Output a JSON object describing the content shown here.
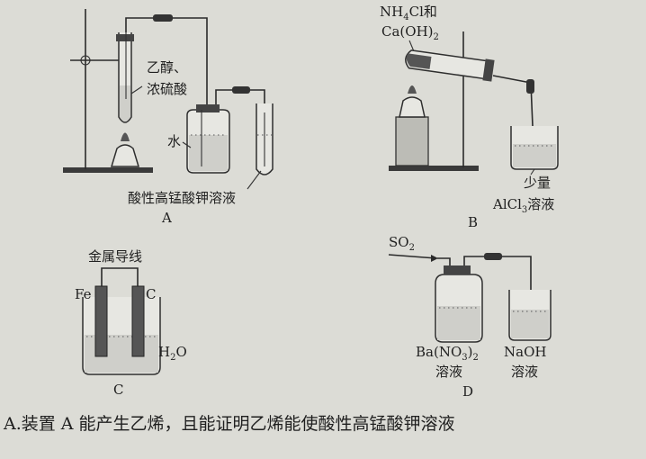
{
  "apparatus_a": {
    "reagent_line1": "乙醇、",
    "reagent_line2": "浓硫酸",
    "water": "水",
    "solution": "酸性高锰酸钾溶液",
    "caption": "A"
  },
  "apparatus_b": {
    "reagent_line1_main": "NH",
    "reagent_line1_sub": "4",
    "reagent_line1_tail": "Cl和",
    "reagent_line2_main": "Ca(OH)",
    "reagent_line2_sub": "2",
    "beaker_line1": "少量",
    "beaker_line2_main": "AlCl",
    "beaker_line2_sub": "3",
    "beaker_line2_tail": "溶液",
    "caption": "B"
  },
  "apparatus_c": {
    "wire": "金属导线",
    "left_electrode": "Fe",
    "right_electrode": "C",
    "electrolyte_main": "H",
    "electrolyte_sub": "2",
    "electrolyte_tail": "O",
    "caption": "C"
  },
  "apparatus_d": {
    "gas_main": "SO",
    "gas_sub": "2",
    "bottle1_line1_main": "Ba(NO",
    "bottle1_line1_sub": "3",
    "bottle1_line1_tail": ")",
    "bottle1_line1_sub2": "2",
    "bottle1_line2": "溶液",
    "bottle2_line1": "NaOH",
    "bottle2_line2": "溶液",
    "caption": "D"
  },
  "question_text": "A.装置 A 能产生乙烯，且能证明乙烯能使酸性高锰酸钾溶液"
}
